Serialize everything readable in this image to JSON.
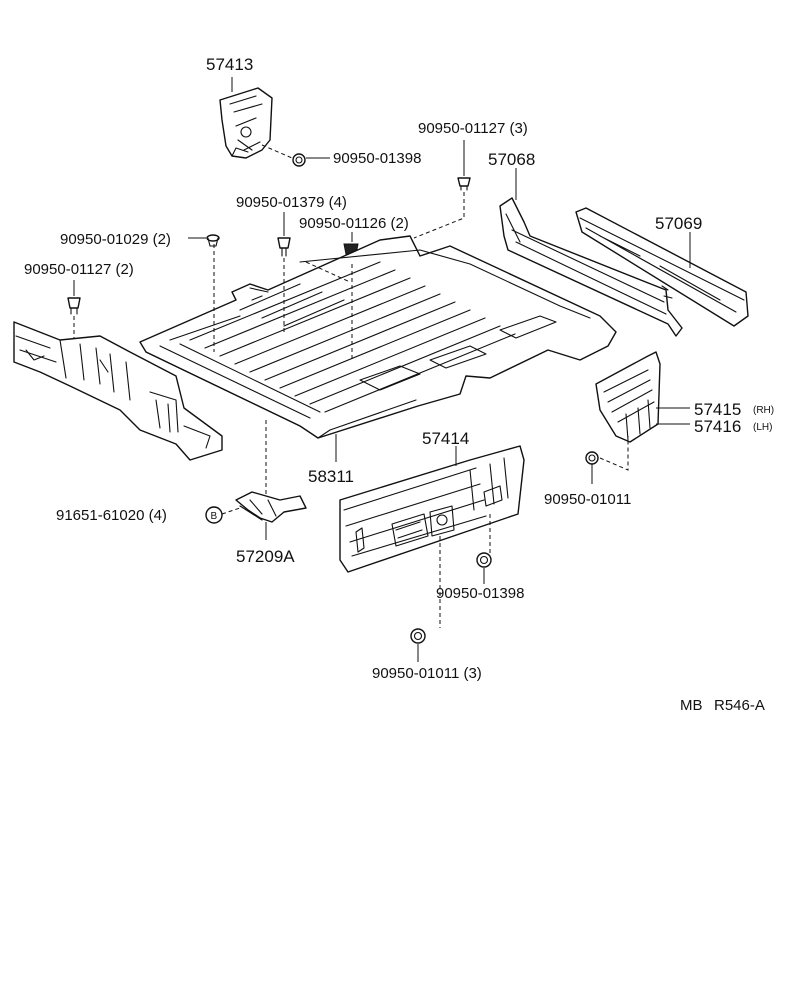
{
  "labels": {
    "p57413": "57413",
    "p57068": "57068",
    "p57069": "57069",
    "p58311": "58311",
    "p57414": "57414",
    "p57415": "57415",
    "p57416": "57416",
    "rh": "(RH)",
    "lh": "(LH)",
    "p57209a": "57209A",
    "f90950_01398_top": "90950-01398",
    "f90950_01127_3": "90950-01127 (3)",
    "f90950_01379": "90950-01379 (4)",
    "f90950_01126": "90950-01126 (2)",
    "f90950_01029": "90950-01029 (2)",
    "f90950_01127_2": "90950-01127 (2)",
    "f91651_61020": "91651-61020 (4)",
    "badge_b": "B",
    "f90950_01011_right": "90950-01011",
    "f90950_01398_bottom": "90950-01398",
    "f90950_01011_3": "90950-01011 (3)",
    "ref_mb": "MB",
    "ref_code": "R546-A"
  }
}
